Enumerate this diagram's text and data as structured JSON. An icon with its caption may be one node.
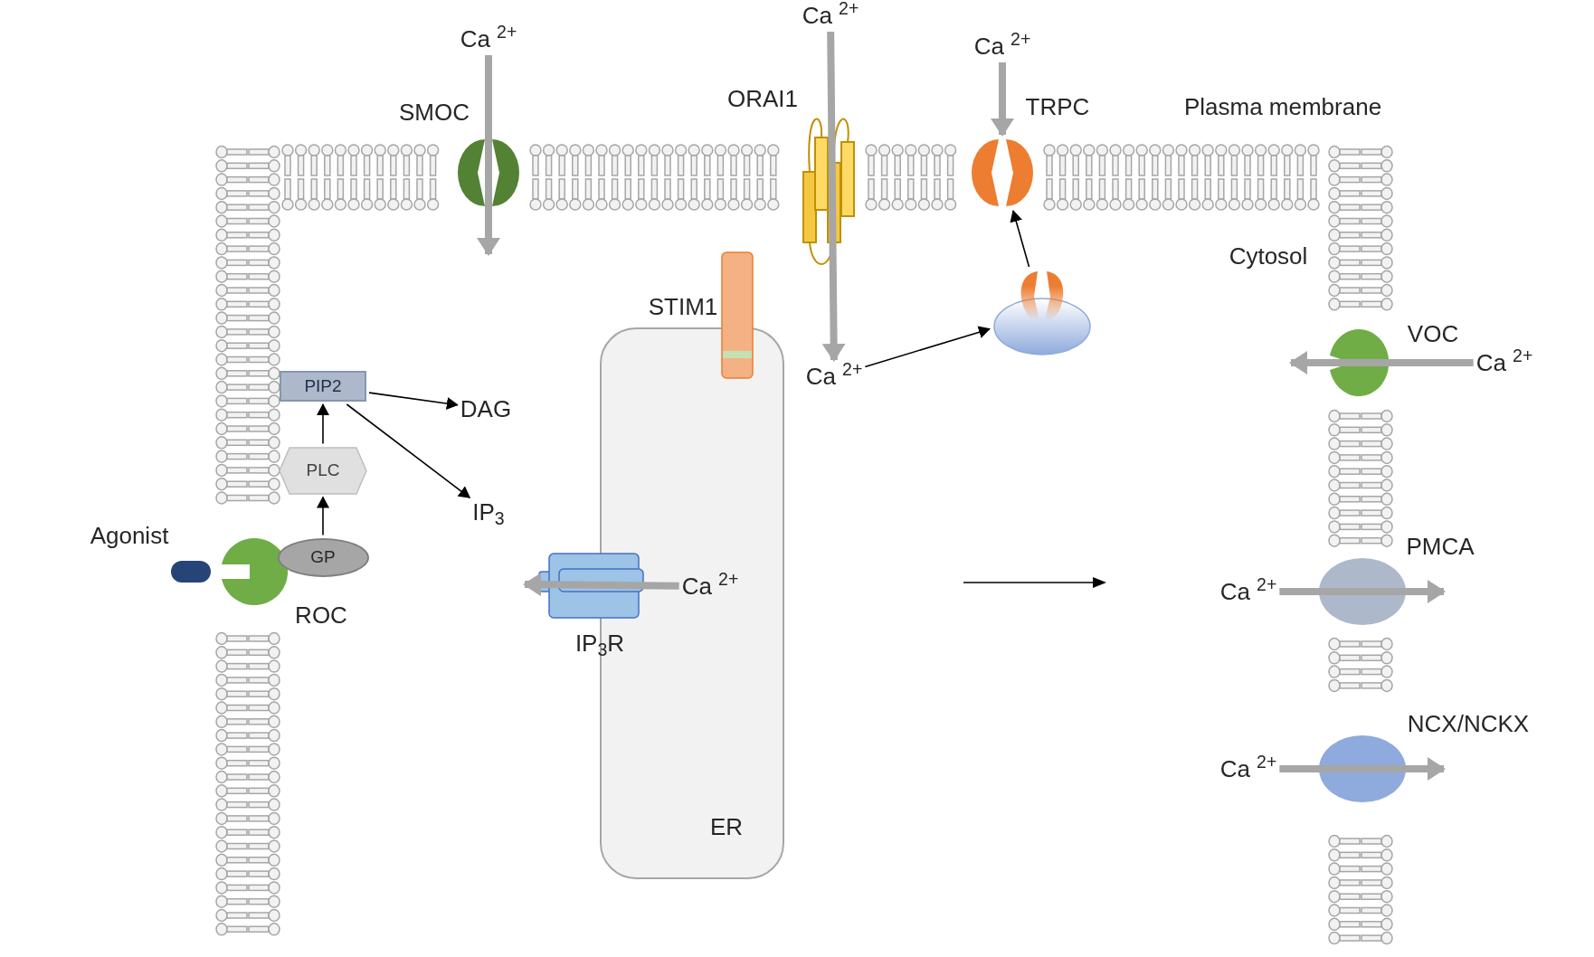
{
  "diagram": {
    "nodes": [
      {
        "text": [
          "Ca $^{2+}$"
        ]
      },
      {
        "text": [
          "Ca $^{2+}$"
        ]
      },
      {
        "text": [
          "Ca $^{2+}$"
        ]
      },
      {
        "text": [],
        "shape": "picture"
      },
      {
        "text": [
          "Ca $^{2+}$"
        ]
      },
      {
        "text": [],
        "shape": "picture"
      },
      {
        "text": [
          "Ca $^{2+}$"
        ]
      },
      {
        "text": [
          "PIP2"
        ]
      },
      {
        "text": [
          "DAG"
        ]
      },
      {
        "text": [
          "PLC"
        ]
      },
      {
        "text": [
          "IP$_{3}$"
        ]
      },
      {
        "text": [
          "GP"
        ]
      },
      {
        "text": [
          "ER"
        ]
      },
      {
        "text": [
          "Ca $^{2+}$"
        ],
        "in": 12
      },
      {
        "text": [
          "Ca $^{2+}$"
        ]
      },
      {
        "text": [
          "Ca $^{2+}$"
        ]
      }
    ],
    "edges": [
      {
        "from": 0,
        "to": null,
        "arrow": "to"
      },
      {
        "from": 1,
        "to": 4,
        "arrow": "to"
      },
      {
        "from": 2,
        "to": 3,
        "arrow": "to"
      },
      {
        "from": 4,
        "to": 5,
        "arrow": "to",
        "color": "#000000"
      },
      {
        "from": 5,
        "to": 3,
        "arrow": "to",
        "color": "#000000"
      },
      {
        "from": 6,
        "to": null,
        "arrow": "to"
      },
      {
        "from": 9,
        "to": 7,
        "arrow": "to",
        "color": "#000000"
      },
      {
        "from": 11,
        "to": 9,
        "arrow": "to",
        "color": "#000000"
      },
      {
        "from": 7,
        "to": 8,
        "arrow": "to",
        "color": "#000000"
      },
      {
        "from": 7,
        "to": 10,
        "arrow": "to",
        "color": "#000000"
      },
      {
        "from": 13,
        "to": null,
        "arrow": "to"
      },
      {
        "from": 14,
        "to": null,
        "arrow": "to"
      },
      {
        "from": 15,
        "to": null,
        "arrow": "to"
      }
    ],
    "labels": [
      "SMOC",
      "ORAI1",
      "TRPC",
      "Plasma membrane",
      "Cytosol",
      "STIM1",
      "VOC",
      "Agonist",
      "ROC",
      "IP$_{3}$R",
      "PMCA",
      "NCX/NCKX"
    ]
  }
}
